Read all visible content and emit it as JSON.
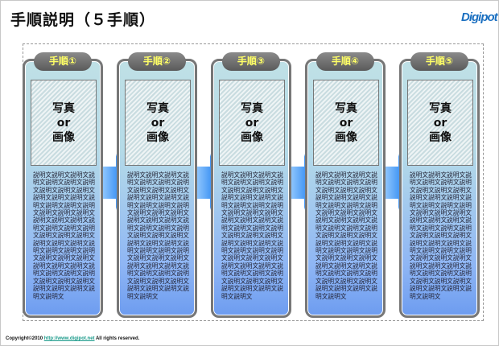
{
  "title": "手順説明（５手順）",
  "logo": {
    "text": "Digipot"
  },
  "steps": [
    {
      "label": "手順①"
    },
    {
      "label": "手順②"
    },
    {
      "label": "手順③"
    },
    {
      "label": "手順④"
    },
    {
      "label": "手順⑤"
    }
  ],
  "placeholder": {
    "line1": "写真",
    "line2": "or",
    "line3": "画像"
  },
  "description": "説明文説明文説明文説明文説明文説明文説明文説明文説明文説明文説明文説明文説明文説明文説明文説明文説明文説明文説明文説明文説明文説明文説明文説明文説明文説明文説明文説明文説明文説明文説明文説明文説明文説明文説明文説明文説明文説明文説明文説明文説明文説明文説明文説明文説明文説明文説明文説明文説明文説明文説明文説明文説明文説明文説明文",
  "footer": {
    "prefix": "Copyright©2010 ",
    "link": "http://www.digipot.net",
    "suffix": " All rights reserved."
  },
  "colors": {
    "label": "#ffff66",
    "arrow": "#2a8cf0"
  }
}
